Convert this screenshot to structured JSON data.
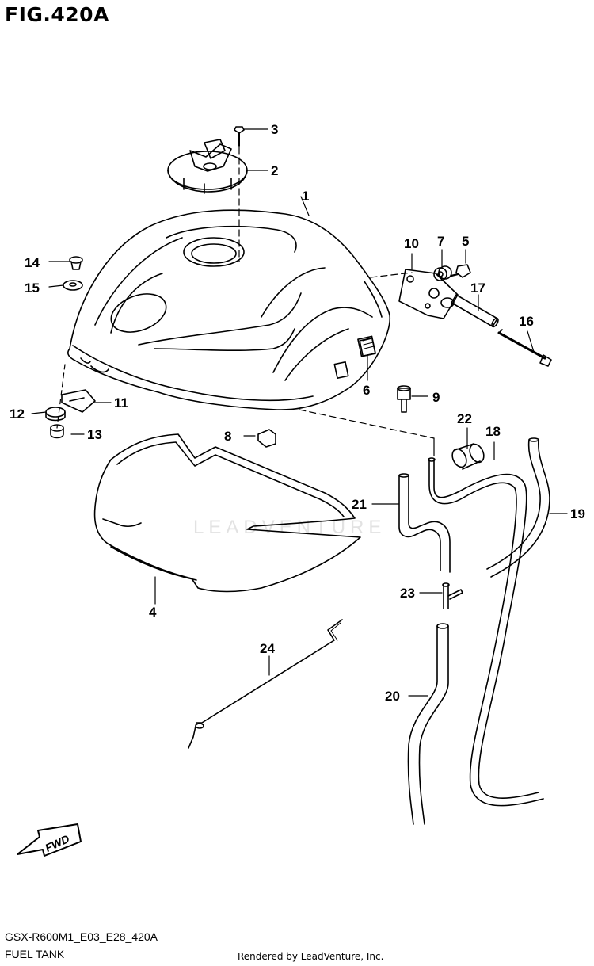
{
  "figure": {
    "title": "FIG.420A",
    "model_code": "GSX-R600M1_E03_E28_420A",
    "section_name": "FUEL TANK",
    "render_credit": "Rendered by LeadVenture, Inc.",
    "watermark": "LEADVENTURE",
    "fwd_label": "FWD"
  },
  "parts": [
    {
      "label": "1"
    },
    {
      "label": "2"
    },
    {
      "label": "3"
    },
    {
      "label": "4"
    },
    {
      "label": "5"
    },
    {
      "label": "6"
    },
    {
      "label": "7"
    },
    {
      "label": "8"
    },
    {
      "label": "9"
    },
    {
      "label": "10"
    },
    {
      "label": "11"
    },
    {
      "label": "12"
    },
    {
      "label": "13"
    },
    {
      "label": "14"
    },
    {
      "label": "15"
    },
    {
      "label": "16"
    },
    {
      "label": "17"
    },
    {
      "label": "18"
    },
    {
      "label": "19"
    },
    {
      "label": "20"
    },
    {
      "label": "21"
    },
    {
      "label": "22"
    },
    {
      "label": "23"
    },
    {
      "label": "24"
    }
  ]
}
